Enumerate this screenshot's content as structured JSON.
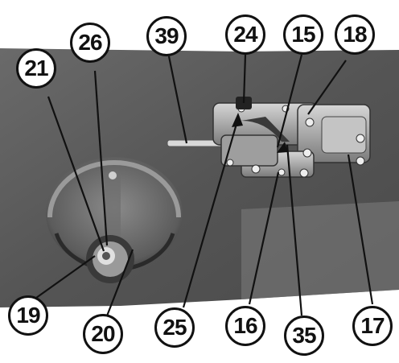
{
  "callouts": [
    {
      "id": "c21",
      "label": "21"
    },
    {
      "id": "c26",
      "label": "26"
    },
    {
      "id": "c39",
      "label": "39"
    },
    {
      "id": "c24",
      "label": "24"
    },
    {
      "id": "c15",
      "label": "15"
    },
    {
      "id": "c18",
      "label": "18"
    },
    {
      "id": "c19",
      "label": "19"
    },
    {
      "id": "c20",
      "label": "20"
    },
    {
      "id": "c25",
      "label": "25"
    },
    {
      "id": "c16",
      "label": "16"
    },
    {
      "id": "c35",
      "label": "35"
    },
    {
      "id": "c17",
      "label": "17"
    }
  ],
  "colors": {
    "panel": "#5a5a5a",
    "metal": "#b8b8b8",
    "ink": "#111111"
  }
}
